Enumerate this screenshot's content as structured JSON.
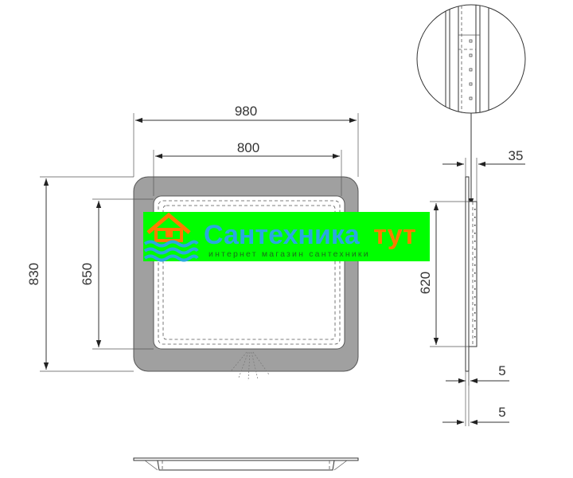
{
  "dimensions": {
    "outer_width": "980",
    "inner_width": "800",
    "outer_height": "830",
    "inner_height": "650",
    "side_height": "620",
    "depth": "35",
    "offset_top": "5",
    "offset_bottom": "5"
  },
  "watermark": {
    "title_part1": "Сантехника",
    "title_part2": "тут",
    "subtitle": "интернет магазин сантехники"
  },
  "colors": {
    "watermark_green": "#00ff00",
    "watermark_blue": "#2aa8e0",
    "watermark_orange": "#ff7a00",
    "frame_gray": "#a0a0a0"
  }
}
